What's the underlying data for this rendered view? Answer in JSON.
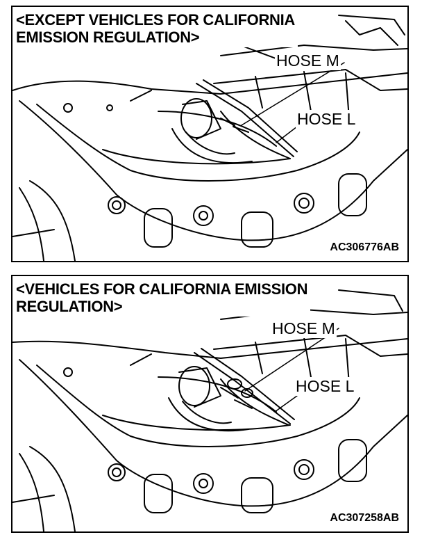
{
  "figures": [
    {
      "heading_lines": [
        "<EXCEPT VEHICLES FOR CALIFORNIA",
        "EMISSION REGULATION>"
      ],
      "hose_m_label": "HOSE M",
      "hose_l_label": "HOSE L",
      "figure_code": "AC306776AB"
    },
    {
      "heading_lines": [
        "<VEHICLES FOR CALIFORNIA EMISSION",
        "REGULATION>"
      ],
      "hose_m_label": "HOSE M",
      "hose_l_label": "HOSE L",
      "figure_code": "AC307258AB"
    }
  ]
}
